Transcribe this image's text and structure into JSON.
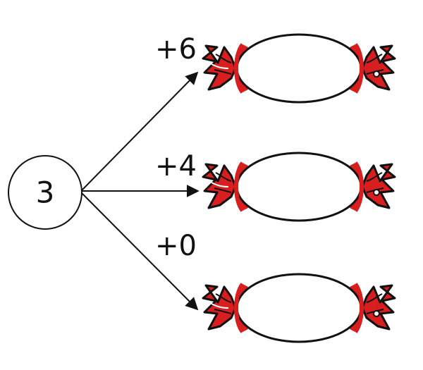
{
  "start": {
    "value": "3"
  },
  "branches": [
    {
      "label": "+6"
    },
    {
      "label": "+4"
    },
    {
      "label": "+0"
    }
  ],
  "colors": {
    "stroke": "#111111",
    "wrapper_red": "#d81e1e",
    "background": "#ffffff"
  },
  "icons": {
    "item": "candy-icon"
  }
}
